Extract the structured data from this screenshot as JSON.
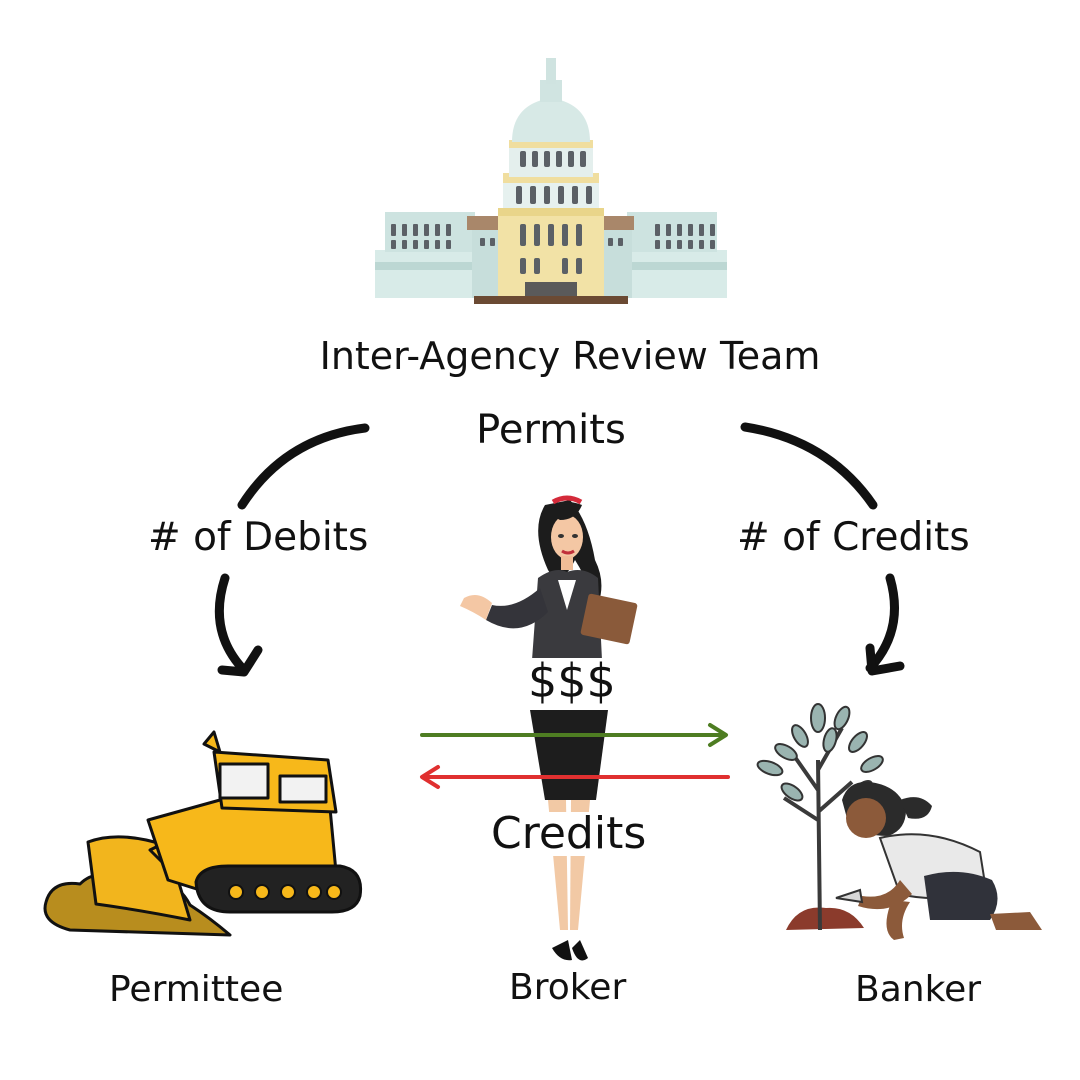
{
  "labels": {
    "agency": "Inter-Agency Review Team",
    "permits": "Permits",
    "debits": "# of Debits",
    "credits_count": "# of Credits",
    "money": "$$$",
    "credits": "Credits",
    "permittee": "Permittee",
    "broker": "Broker",
    "banker": "Banker"
  },
  "icons": {
    "agency": "capitol-building-icon",
    "permittee": "bulldozer-icon",
    "broker": "businesswoman-icon",
    "banker": "woman-planting-tree-icon"
  },
  "colors": {
    "money_arrow": "#4e7d22",
    "credits_arrow": "#e03030",
    "flow_arrow": "#111111"
  }
}
